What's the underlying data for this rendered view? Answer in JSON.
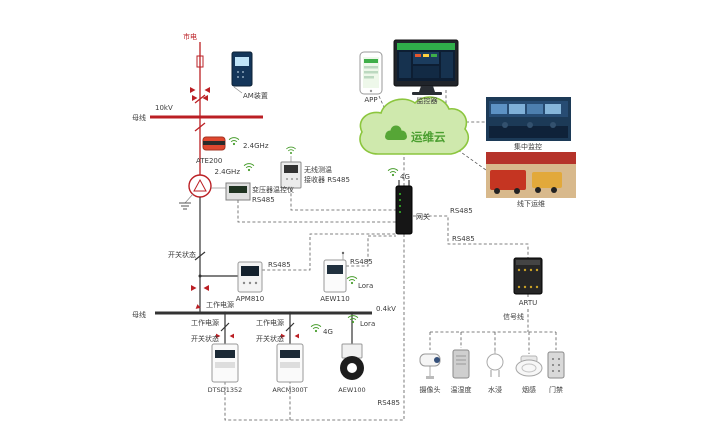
{
  "colors": {
    "line_red": "#bb1f24",
    "line_black": "#3a3a3a",
    "cloud_green": "#8cc63e",
    "cloud_text_green": "#4a9e2f",
    "wifi_green": "#4a9e2f",
    "relay_device_blue": "#14365a",
    "ate_sensor_red": "#e0472f",
    "gateway_black": "#161616"
  },
  "labels": {
    "mains": "市电",
    "am_device": "AM装置",
    "kv10": "10kV",
    "busbar_top": "母线",
    "ate200": "ATE200",
    "ghz_a": "2.4GHz",
    "ghz_b": "2.4GHz",
    "receiver_line1": "无线测温",
    "receiver_line2": "接收器 RS485",
    "transformer_ctrl": "变压器温控仪",
    "transformer_ctrl_rs485": "RS485",
    "app": "APP",
    "monitor": "监控器",
    "cloud": "运维云",
    "photo_top": "集中监控",
    "photo_bottom": "线下运维",
    "gw_4g": "4G",
    "gateway": "网关",
    "rs485_gw_1": "RS485",
    "rs485_gw_2": "RS485",
    "switch_state_1": "开关状态",
    "rs485_apm": "RS485",
    "apm810": "APM810",
    "rs485_aew110": "RS485",
    "lora_aew110": "Lora",
    "aew110": "AEW110",
    "work_power_1": "工作电源",
    "busbar_bottom": "母线",
    "kv04": "0.4kV",
    "work_power_2": "工作电源",
    "switch_state_2": "开关状态",
    "work_power_3": "工作电源",
    "switch_state_3": "开关状态",
    "g4_bottom": "4G",
    "lora_aew100": "Lora",
    "dtsd1352": "DTSD1352",
    "arcm300t": "ARCM300T",
    "aew100": "AEW100",
    "camera": "摄像头",
    "temp_humidity": "温湿度",
    "water": "水浸",
    "smoke": "烟感",
    "door": "门禁",
    "artu": "ARTU",
    "signal_line": "信号线",
    "rs485_bottom": "RS485"
  }
}
